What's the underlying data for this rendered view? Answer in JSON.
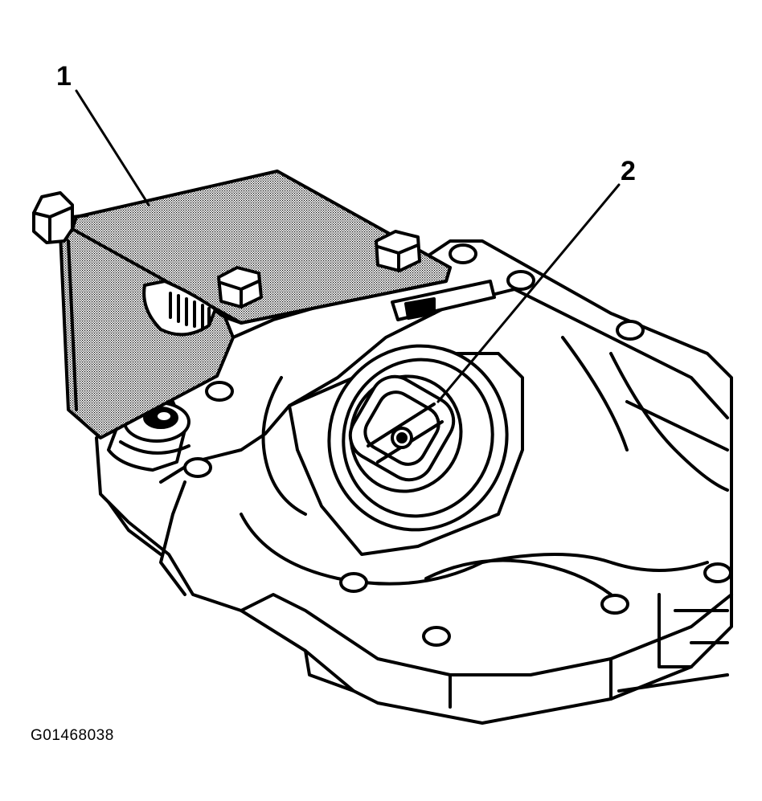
{
  "callouts": {
    "one": "1",
    "two": "2"
  },
  "figure_id": "G01468038",
  "colors": {
    "line": "#000000",
    "background": "#ffffff",
    "shading": "#000000"
  }
}
